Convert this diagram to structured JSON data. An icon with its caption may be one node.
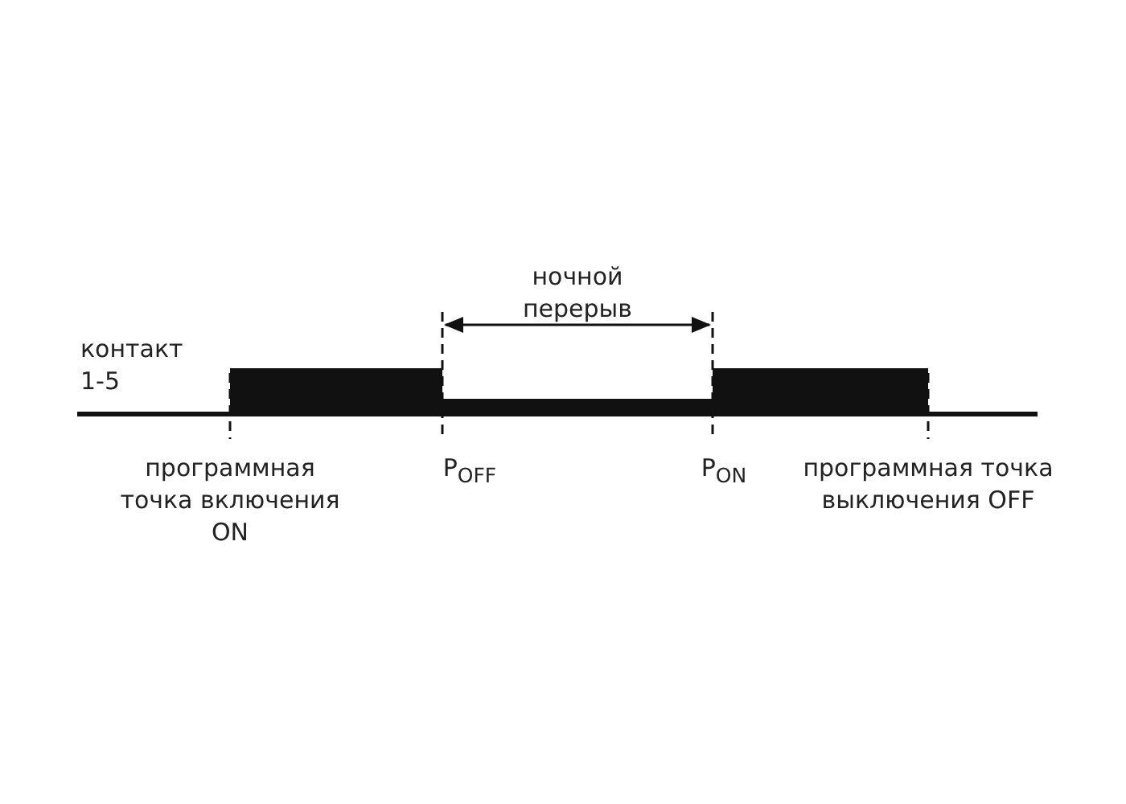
{
  "diagram": {
    "labels": [
      "контакт 1-5",
      "ночной перерыв",
      "программная точка включения ON",
      "P$_{OFF}$",
      "P$_{ON}$",
      "программная точка выключения OFF"
    ]
  }
}
